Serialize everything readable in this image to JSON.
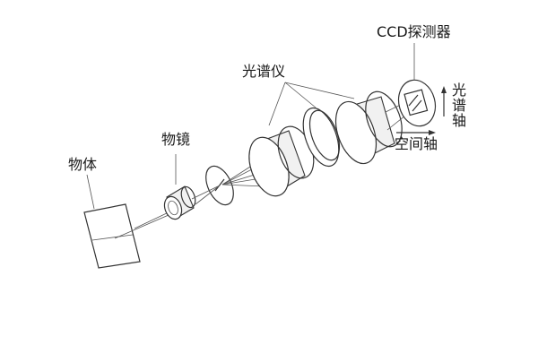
{
  "labels": {
    "object": "物体",
    "objective": "物镜",
    "spectrometer": "光谱仪",
    "ccd": "CCD探测器",
    "spectral_axis": "光谱轴",
    "spatial_axis": "空间轴"
  }
}
